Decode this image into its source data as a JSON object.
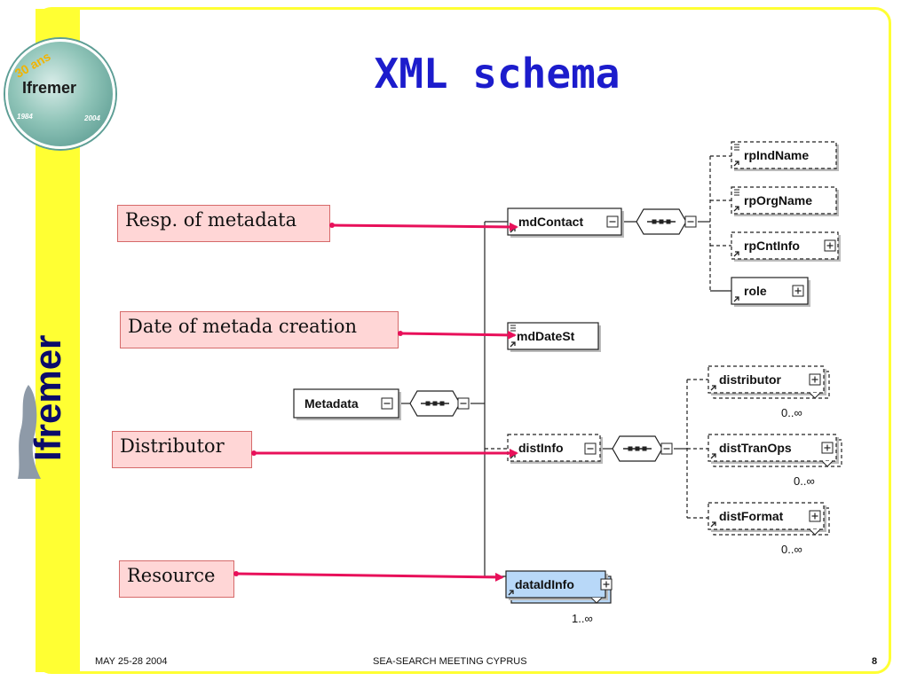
{
  "slide": {
    "title": "XML schema",
    "brand_vertical": "Ifremer",
    "footer": {
      "date": "MAY 25-28 2004",
      "event": "SEA-SEARCH MEETING CYPRUS",
      "page_number": "8"
    }
  },
  "logo": {
    "anniversary": "30 ans",
    "name": "Ifremer",
    "year_start": "1984",
    "year_end": "2004"
  },
  "labels": {
    "resp_of_metadata": "Resp. of metadata",
    "date_of_creation": "Date of metada creation",
    "distributor": "Distributor",
    "resource": "Resource"
  },
  "nodes": {
    "metadata": "Metadata",
    "mdContact": "mdContact",
    "mdDateSt": "mdDateSt",
    "distInfo": "distInfo",
    "dataIdInfo": "dataIdInfo",
    "rpIndName": "rpIndName",
    "rpOrgName": "rpOrgName",
    "rpCntInfo": "rpCntInfo",
    "role": "role",
    "distributor": "distributor",
    "distTranOps": "distTranOps",
    "distFormat": "distFormat"
  },
  "cardinality": {
    "distributor": "0..∞",
    "distTranOps": "0..∞",
    "distFormat": "0..∞",
    "dataIdInfo": "1..∞"
  },
  "colors": {
    "title": "#1c1ccc",
    "side_band": "#ffff33",
    "label_fill": "#ffd6d6",
    "arrow": "#e8105a",
    "dataIdInfo_fill": "#b8d8f8"
  }
}
